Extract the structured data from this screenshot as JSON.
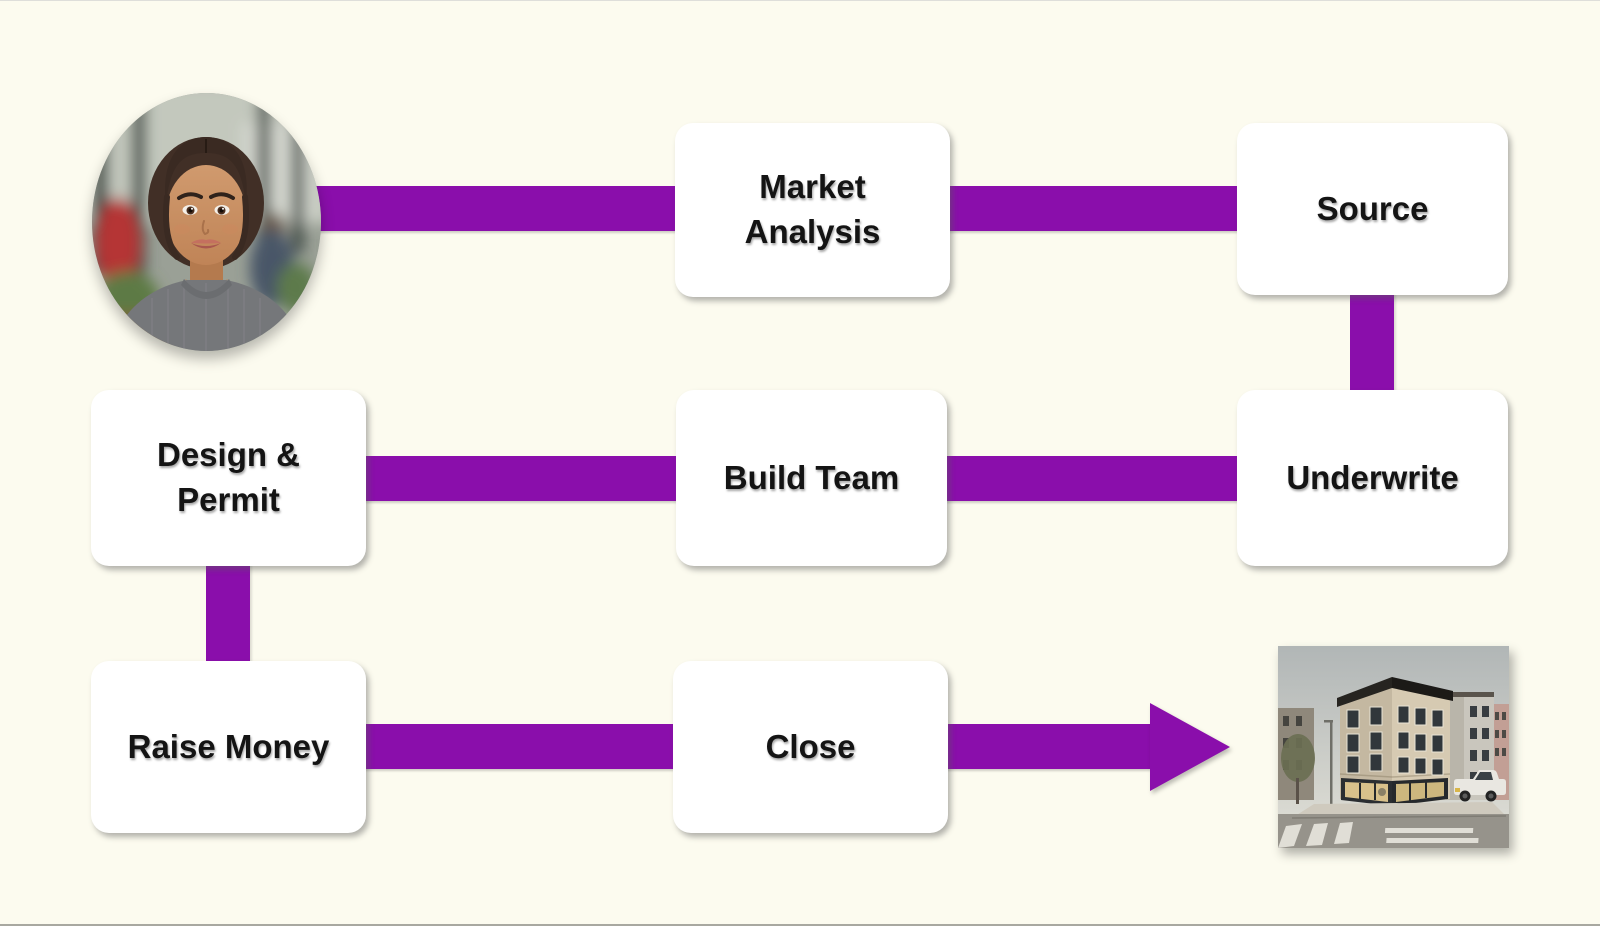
{
  "diagram": {
    "background_color": "#FCFBEF",
    "accent_color": "#8A0EAB",
    "box_color": "#FFFFFF",
    "text_color": "#141414",
    "nodes": {
      "portrait": {
        "type": "image",
        "description": "smiling woman with dark pulled-back hair wearing a gray sweater, blurred office background"
      },
      "market_analysis": {
        "label": "Market Analysis"
      },
      "source": {
        "label": "Source"
      },
      "design_permit": {
        "label": "Design & Permit"
      },
      "build_team": {
        "label": "Build Team"
      },
      "underwrite": {
        "label": "Underwrite"
      },
      "raise_money": {
        "label": "Raise Money"
      },
      "close": {
        "label": "Close"
      },
      "building": {
        "type": "image",
        "description": "four-story corner building with ground-floor storefront, neighboring buildings, crosswalks and a white pickup truck"
      }
    },
    "connectors": [
      {
        "from": "portrait",
        "to": "market_analysis",
        "style": "bar"
      },
      {
        "from": "market_analysis",
        "to": "source",
        "style": "bar"
      },
      {
        "from": "source",
        "to": "underwrite",
        "style": "bar"
      },
      {
        "from": "design_permit",
        "to": "build_team",
        "style": "bar"
      },
      {
        "from": "build_team",
        "to": "underwrite",
        "style": "bar"
      },
      {
        "from": "design_permit",
        "to": "raise_money",
        "style": "bar"
      },
      {
        "from": "raise_money",
        "to": "close",
        "style": "bar"
      },
      {
        "from": "close",
        "to": "building",
        "style": "arrow"
      }
    ]
  }
}
